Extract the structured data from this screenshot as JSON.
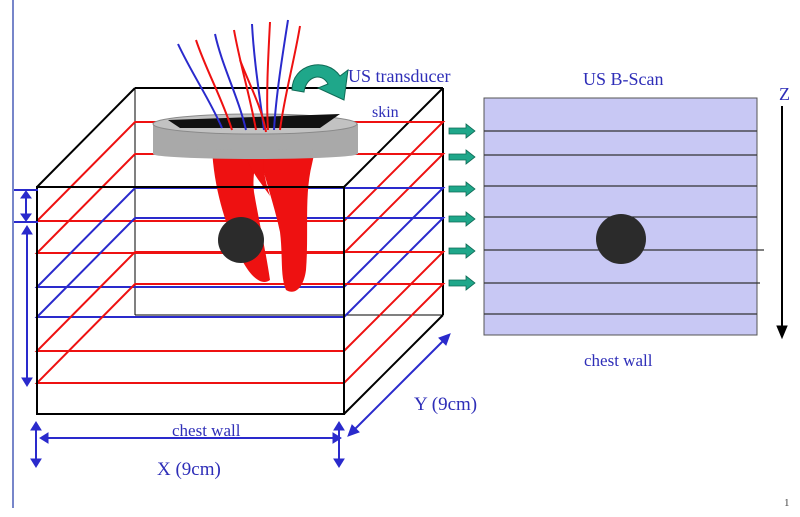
{
  "labels": {
    "transducer": "US transducer",
    "skin": "skin",
    "bscan_title": "US B-Scan",
    "z_axis": "Z",
    "chest_wall_right": "chest wall",
    "chest_wall_bottom": "chest wall",
    "y_dim": "Y (9cm)",
    "x_dim": "X  (9cm)",
    "page_number": "1"
  },
  "colors": {
    "text": "#2e2eb8",
    "red_plane": "#ee1111",
    "blue_plane": "#2a2acc",
    "box": "#000000",
    "bscan_fill": "#c8c8f4",
    "transducer_gray": "#a9a9a9",
    "arrow_teal": "#1fa78a",
    "lesion": "#2b2b2b"
  }
}
